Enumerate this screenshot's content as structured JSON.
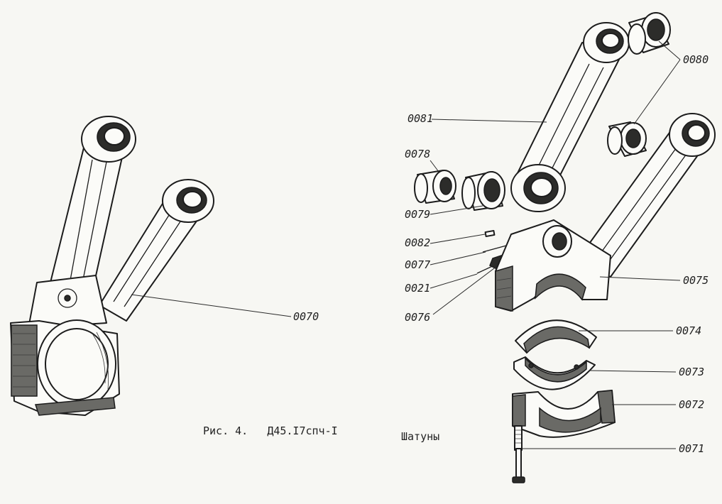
{
  "caption": {
    "figure": "Рис. 4.",
    "code": "Д45.I7спч-I",
    "title": "Шатуны"
  },
  "callouts": {
    "c0070": "0070",
    "c0071": "0071",
    "c0072": "0072",
    "c0073": "0073",
    "c0074": "0074",
    "c0075": "0075",
    "c0076": "0076",
    "c0077": "0077",
    "c0078": "0078",
    "c0079": "0079",
    "c0080": "0080",
    "c0081": "0081",
    "c0082": "0082",
    "c0021": "0021"
  }
}
